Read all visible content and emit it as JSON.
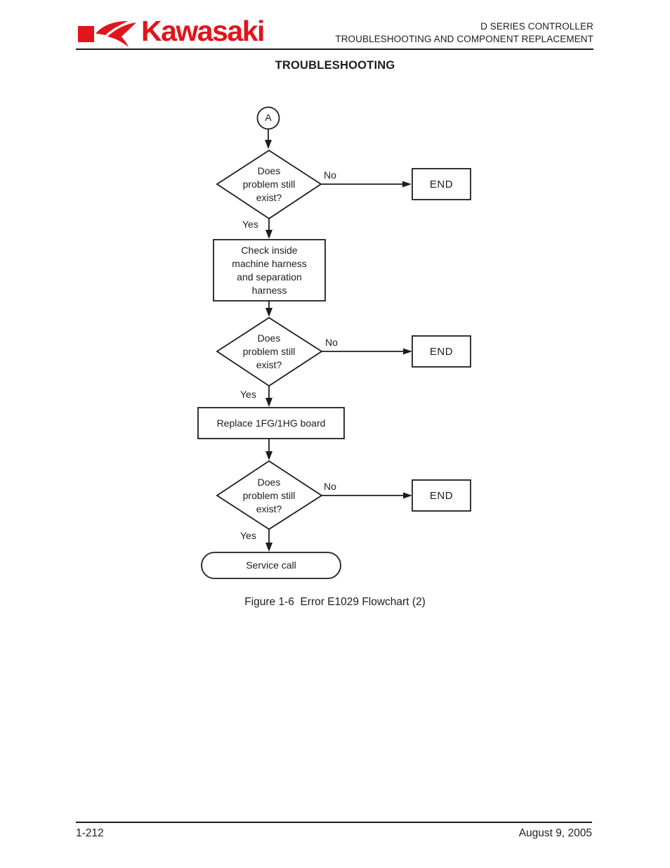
{
  "header": {
    "brand": "Kawasaki",
    "doc_title_line1": "D SERIES CONTROLLER",
    "doc_title_line2": "TROUBLESHOOTING AND COMPONENT REPLACEMENT"
  },
  "page": {
    "section_title": "TROUBLESHOOTING",
    "figure_caption": "Figure 1-6  Error E1029 Flowchart (2)",
    "footer_page_number": "1-212",
    "footer_date": "August 9, 2005"
  },
  "flowchart": {
    "connector": "A",
    "decisions": [
      "Does\nproblem still\nexist?",
      "Does\nproblem still\nexist?",
      "Does\nproblem still\nexist?"
    ],
    "process1": "Check inside\nmachine harness\nand separation\nharness",
    "process2": "Replace 1FG/1HG board",
    "terminator": "Service call",
    "ends": [
      "END",
      "END",
      "END"
    ],
    "yes_labels": [
      "Yes",
      "Yes",
      "Yes"
    ],
    "no_labels": [
      "No",
      "No",
      "No"
    ]
  },
  "colors": {
    "brand_red": "#e2141c",
    "ink": "#1d1d1f"
  }
}
